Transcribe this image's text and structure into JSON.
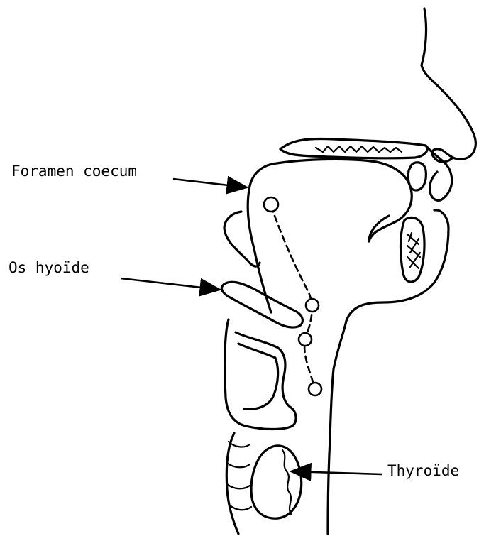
{
  "labels": {
    "foramen": "Foramen coecum",
    "hyoid": "Os hyoïde",
    "thyroid": "Thyroïde"
  },
  "colors": {
    "ink": "#000000",
    "background": "#ffffff"
  }
}
